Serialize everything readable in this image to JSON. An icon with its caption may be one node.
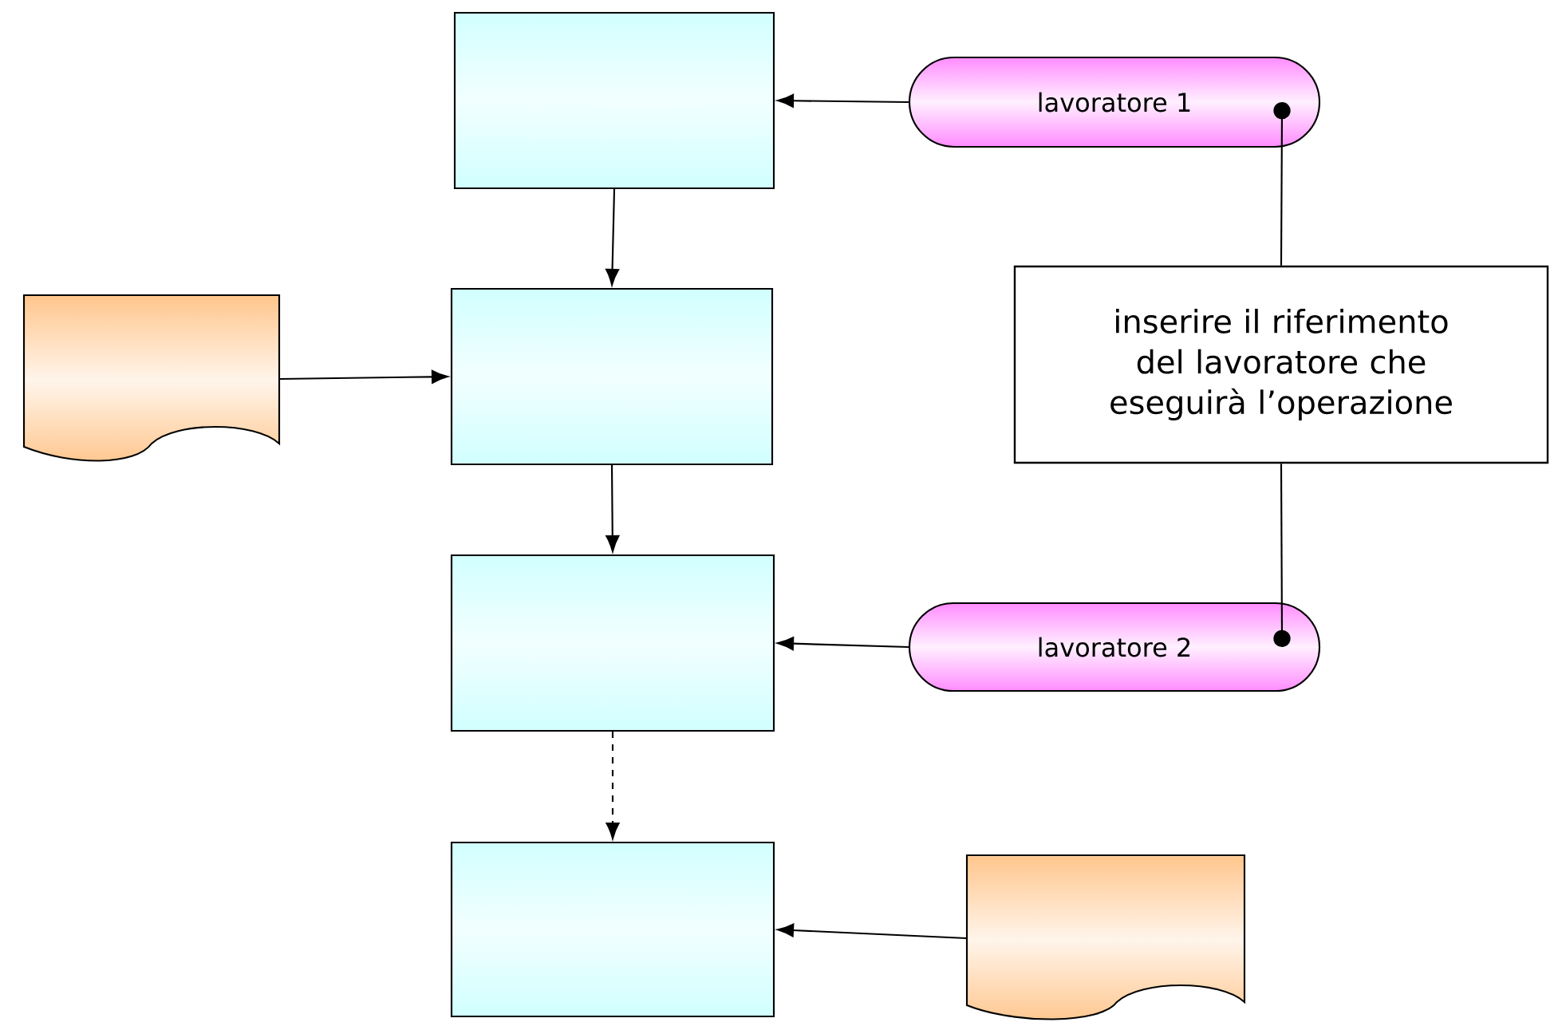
{
  "diagram": {
    "nodes": [
      {
        "text": [],
        "shape": "box"
      },
      {
        "text": [
          "lavoratore 1"
        ]
      },
      {
        "text": [],
        "shape": "document"
      },
      {
        "text": [],
        "shape": "box"
      },
      {
        "text": [
          "inserire il riferimento del lavoratore che eseguirà l’operazione"
        ]
      },
      {
        "text": [],
        "shape": "box"
      },
      {
        "text": [
          "lavoratore 2"
        ]
      },
      {
        "text": [],
        "shape": "box"
      },
      {
        "text": [],
        "shape": "document"
      }
    ],
    "edges": [
      {
        "from": 1,
        "to": 0,
        "arrow": "to"
      },
      {
        "from": 0,
        "to": 3,
        "arrow": "to"
      },
      {
        "from": 2,
        "to": 3,
        "arrow": "to"
      },
      {
        "from": 3,
        "to": 5,
        "arrow": "to"
      },
      {
        "from": 6,
        "to": 5,
        "arrow": "to"
      },
      {
        "from": 5,
        "to": 7,
        "arrow": "to",
        "style": "dashed"
      },
      {
        "from": 8,
        "to": 7,
        "arrow": "to"
      },
      {
        "from": 4,
        "to": 1,
        "arrow": "other"
      },
      {
        "from": 4,
        "to": 6,
        "arrow": "other"
      }
    ]
  }
}
